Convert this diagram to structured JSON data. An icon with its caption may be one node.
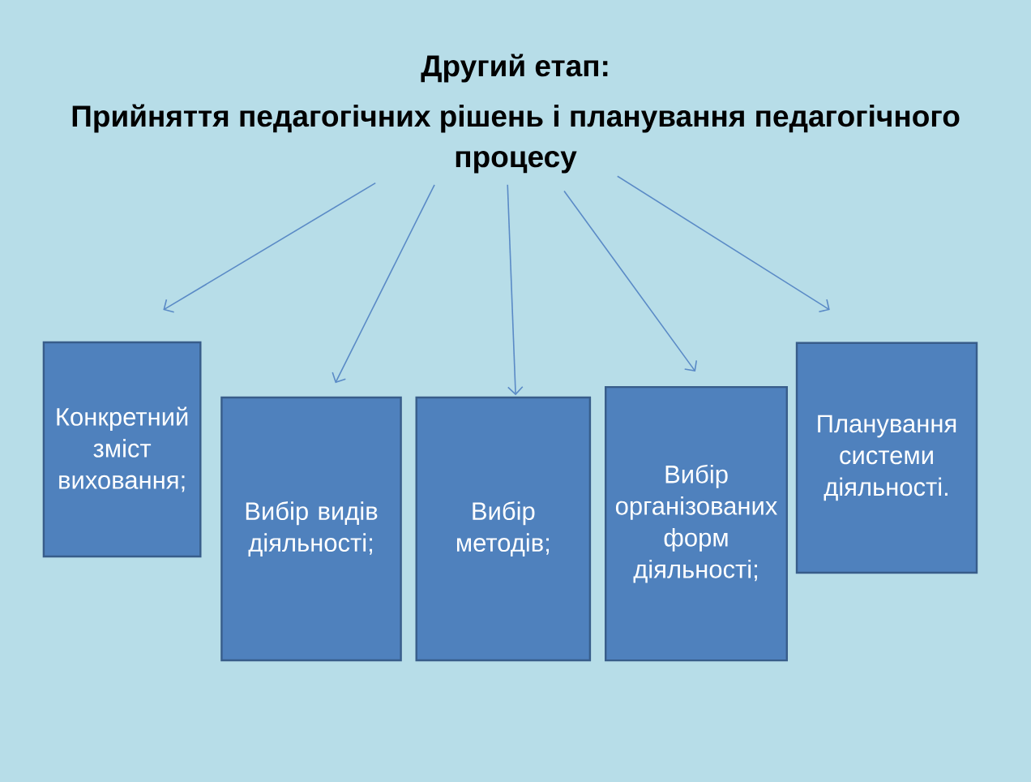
{
  "diagram": {
    "nodes": [
      {
        "text": [
          "Другий етап:",
          "Прийняття педагогічних рішень і планування педагогічного процесу"
        ]
      },
      {
        "text": [
          "Конкретний зміст виховання;"
        ]
      },
      {
        "text": [
          "Вибір видів діяльності;"
        ]
      },
      {
        "text": [
          "Вибір методів;"
        ]
      },
      {
        "text": [
          "Вибір організованих форм діяльності;"
        ]
      },
      {
        "text": [
          "Планування системи діяльності."
        ]
      }
    ],
    "edges": [
      {
        "from": 0,
        "to": 1,
        "arrow": "to"
      },
      {
        "from": 0,
        "to": 2,
        "arrow": "to"
      },
      {
        "from": 0,
        "to": 3,
        "arrow": "to"
      },
      {
        "from": 0,
        "to": 4,
        "arrow": "to"
      },
      {
        "from": 0,
        "to": 5,
        "arrow": "to"
      }
    ]
  }
}
